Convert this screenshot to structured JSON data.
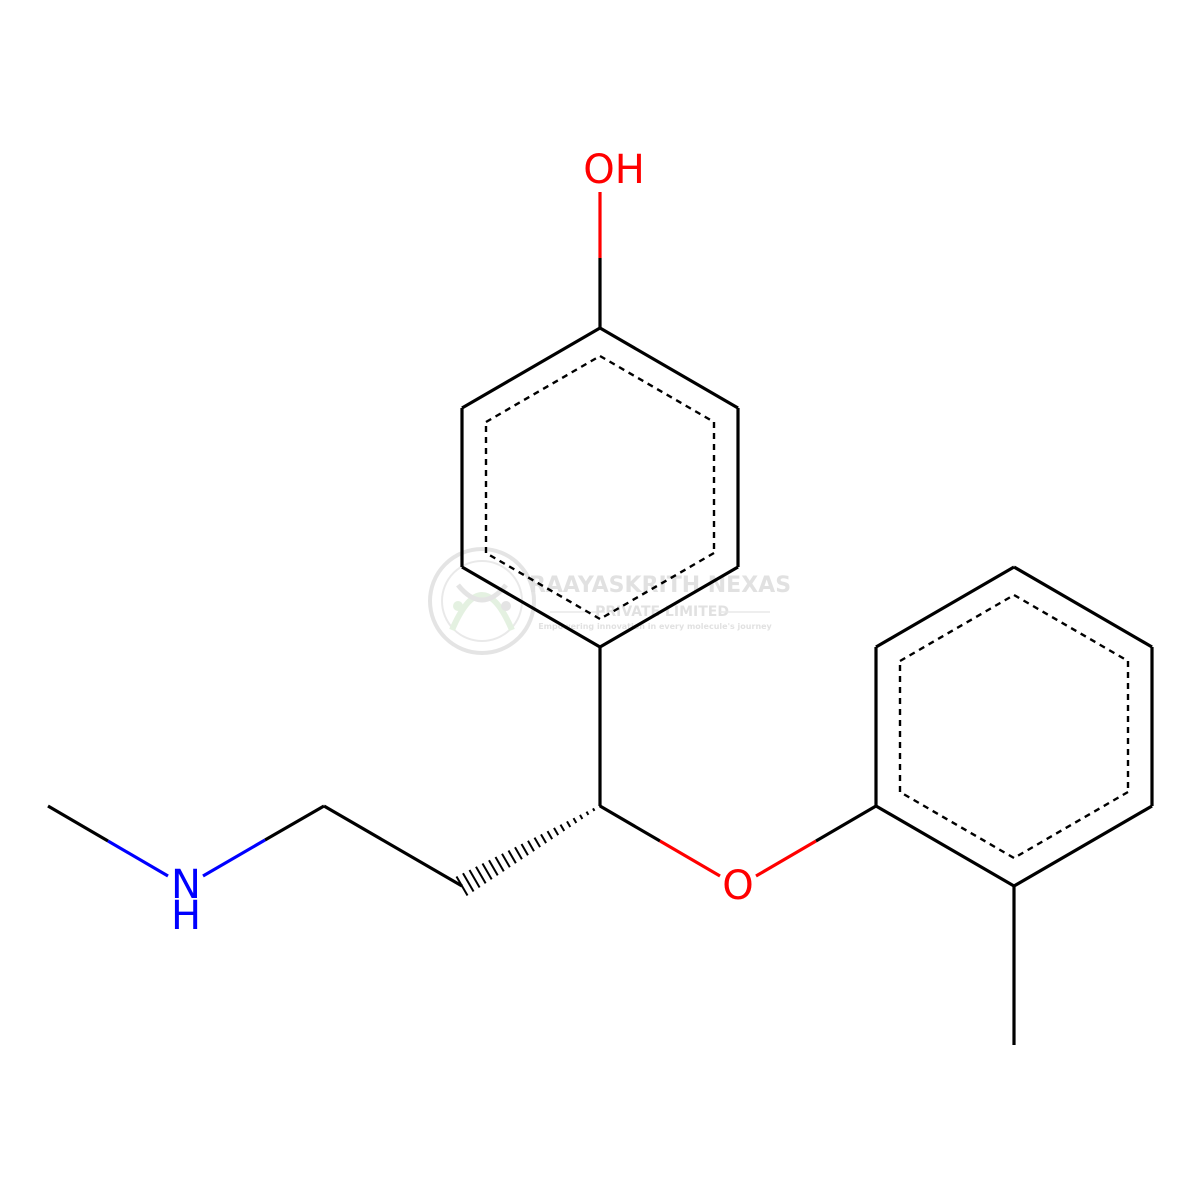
{
  "molecule": {
    "atoms": {
      "hydroxyl": {
        "symbol": "OH",
        "color": "#ff0000"
      },
      "ether_oxygen": {
        "symbol": "O",
        "color": "#ff0000"
      },
      "amine_n": {
        "symbol": "N",
        "color": "#0000ff"
      },
      "amine_h": {
        "symbol": "H",
        "color": "#0000ff"
      }
    },
    "colors": {
      "bond": "#000000",
      "oxygen": "#ff0000",
      "nitrogen": "#0000ff"
    }
  },
  "watermark": {
    "line1": "RAAYASKRITH NEXAS",
    "line2": "PRIVATE LIMITED",
    "tagline": "Empowering innovation in every molecule's journey",
    "color": "#c9c9c9"
  }
}
